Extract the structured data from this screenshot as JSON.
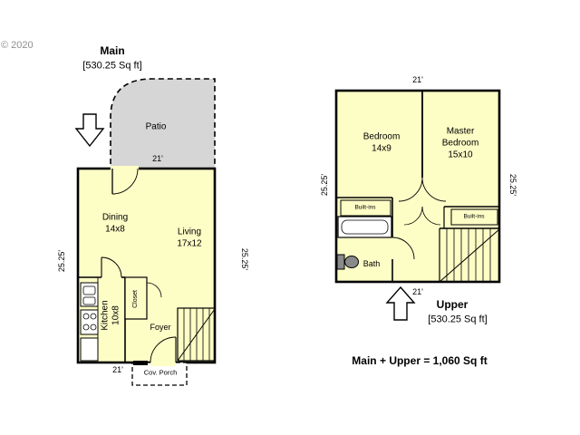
{
  "watermark": "© 2020",
  "summary": "Main + Upper = 1,060 Sq ft",
  "main": {
    "title": "Main",
    "sqft": "[530.25 Sq ft]",
    "patio": "Patio",
    "dim_top": "21'",
    "dim_bottom": "21'",
    "dim_left": "25.25'",
    "dim_right": "25.25'",
    "dining_name": "Dining",
    "dining_dim": "14x8",
    "living_name": "Living",
    "living_dim": "17x12",
    "kitchen_name": "Kitchen",
    "kitchen_dim": "10x8",
    "closet": "Closet",
    "foyer": "Foyer",
    "porch": "Cov. Porch"
  },
  "upper": {
    "title": "Upper",
    "sqft": "[530.25 Sq ft]",
    "dim_top": "21'",
    "dim_bottom": "21'",
    "dim_left": "25.25'",
    "dim_right": "25.25'",
    "bedroom_name": "Bedroom",
    "bedroom_dim": "14x9",
    "master_name_1": "Master",
    "master_name_2": "Bedroom",
    "master_dim": "15x10",
    "builtins_left": "Built-ins",
    "builtins_right": "Built-ins",
    "bath": "Bath"
  },
  "colors": {
    "room_fill": "#fdfdc6",
    "patio_fill": "#d6d6d6",
    "wall": "#000000"
  }
}
